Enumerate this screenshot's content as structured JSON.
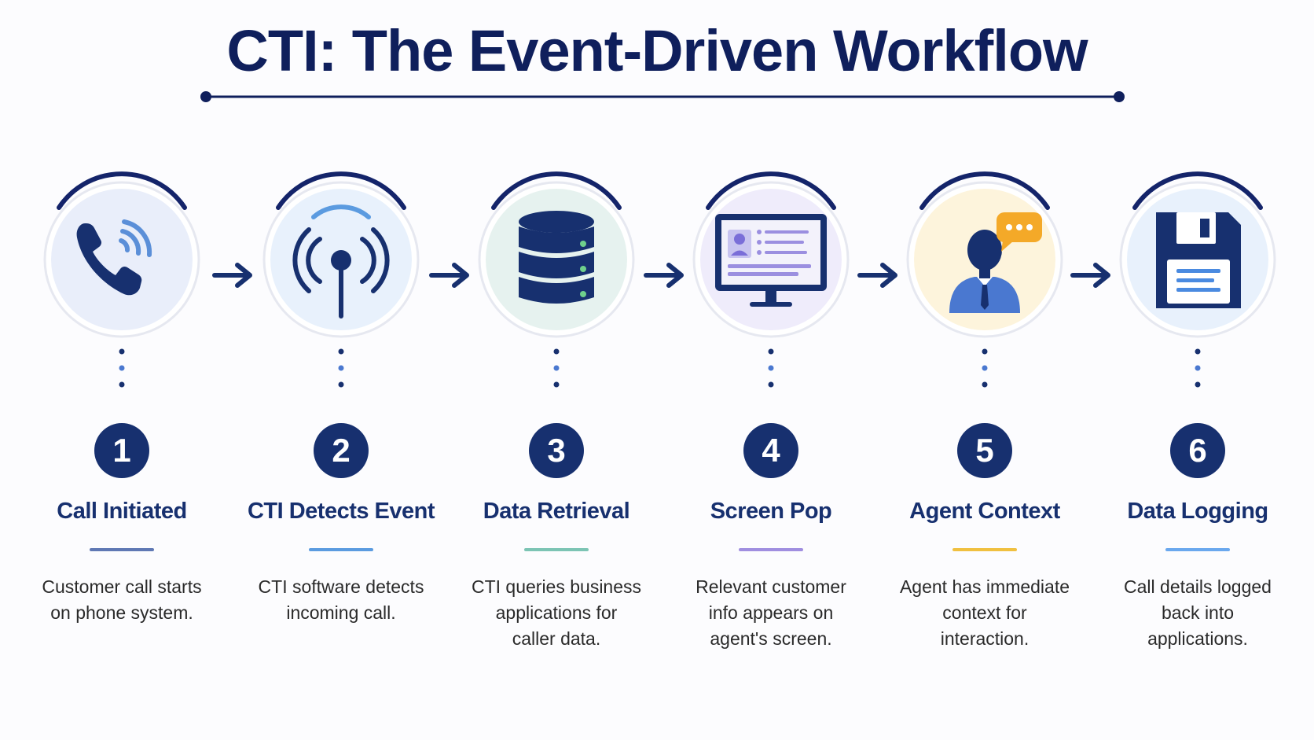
{
  "title": "CTI: The Event-Driven Workflow",
  "colors": {
    "navy": "#17306f",
    "dark_navy": "#0f1f5c",
    "arc": "#14246a"
  },
  "steps": [
    {
      "number": "1",
      "title": "Call Initiated",
      "desc_lines": [
        "Customer call starts",
        "on phone system."
      ],
      "icon": "phone-icon",
      "accent": "#5f78b4",
      "bg": "#e9eefa"
    },
    {
      "number": "2",
      "title": "CTI Detects Event",
      "desc_lines": [
        "CTI software detects",
        "incoming call."
      ],
      "icon": "signal-antenna-icon",
      "accent": "#5b9be0",
      "bg": "#e8f1fc"
    },
    {
      "number": "3",
      "title": "Data Retrieval",
      "desc_lines": [
        "CTI queries business",
        "applications for",
        "caller data."
      ],
      "icon": "database-icon",
      "accent": "#7cc4b4",
      "bg": "#e6f2ef"
    },
    {
      "number": "4",
      "title": "Screen Pop",
      "desc_lines": [
        "Relevant customer",
        "info appears on",
        "agent's screen."
      ],
      "icon": "monitor-profile-icon",
      "accent": "#a08ee0",
      "bg": "#efecfb"
    },
    {
      "number": "5",
      "title": "Agent Context",
      "desc_lines": [
        "Agent has immediate",
        "context for",
        "interaction."
      ],
      "icon": "agent-chat-icon",
      "accent": "#f0c040",
      "bg": "#fdf4dc"
    },
    {
      "number": "6",
      "title": "Data Logging",
      "desc_lines": [
        "Call details logged",
        "back into",
        "applications."
      ],
      "icon": "floppy-disk-icon",
      "accent": "#6aa8ee",
      "bg": "#e8f1fc"
    }
  ]
}
